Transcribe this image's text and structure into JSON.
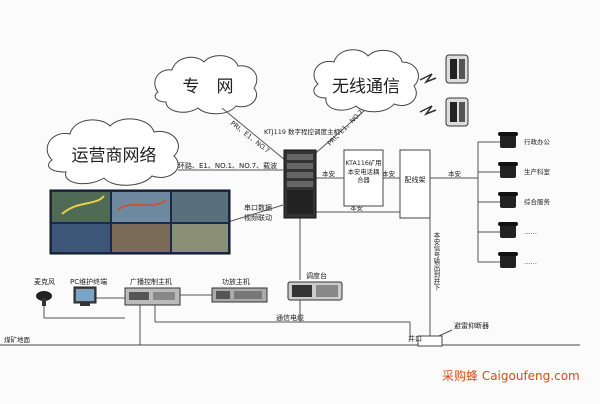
{
  "clouds": {
    "private_net": "专　网",
    "wireless": "无线通信",
    "carrier": "运营商网络"
  },
  "edges": {
    "pri_top": "PRI、E1、NO.7",
    "pri_right": "PRI、E1、NO.7",
    "ring_line": "环路、E1、NO.1、NO.7、载波",
    "serial": "串口数据",
    "video_link": "视频联动",
    "intrinsic_1": "本安",
    "intrinsic_2": "本安",
    "intrinsic_3": "本安",
    "intrinsic_4": "本安",
    "signal_vertical": "本安信号输出到井下",
    "comm_cable": "通信电缆"
  },
  "devices": {
    "host": "KTJ119 数字程控调度主机",
    "coupler": "KTA116矿用本安电话耦合器",
    "distribution": "配线架",
    "console": "调度台",
    "broadcast": "广播控制主机",
    "amplifier": "功放主机",
    "mic": "麦克风",
    "pc": "PC维护终端",
    "isolator": "避雷抑断器",
    "well_mouth": "井口",
    "ground": "煤矿地面"
  },
  "phones": [
    "行政办公",
    "生产科室",
    "综合服务",
    "……",
    "……"
  ],
  "watermark": "采购蜂 Caigoufeng.com",
  "colors": {
    "line": "#555555",
    "wall": "#1a2a4a",
    "watermark": "#d84a1b"
  }
}
